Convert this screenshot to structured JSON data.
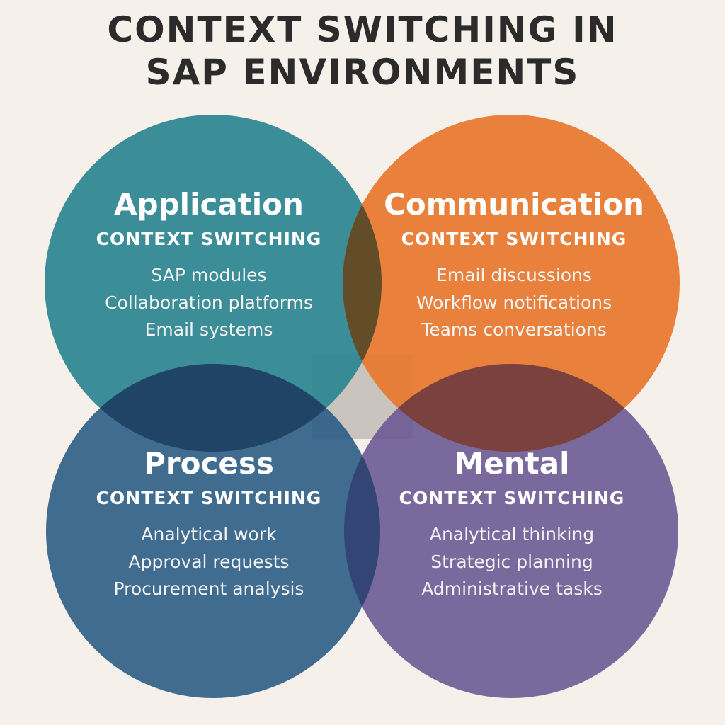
{
  "title": {
    "line1": "CONTEXT SWITCHING IN",
    "line2": "SAP ENVIRONMENTS"
  },
  "colors": {
    "background": "#f5f0ea",
    "application": "#2f8793",
    "communication": "#e7772c",
    "process": "#2c5d86",
    "mental": "#6d5a93",
    "center_gap": "#c9c4bd"
  },
  "circles": {
    "application": {
      "heading": "Application",
      "subheading": "CONTEXT SWITCHING",
      "items": [
        "SAP modules",
        "Collaboration platforms",
        "Email systems"
      ]
    },
    "communication": {
      "heading": "Communication",
      "subheading": "CONTEXT SWITCHING",
      "items": [
        "Email discussions",
        "Workflow notifications",
        "Teams conversations"
      ]
    },
    "process": {
      "heading": "Process",
      "subheading": "CONTEXT SWITCHING",
      "items": [
        "Analytical work",
        "Approval requests",
        "Procurement analysis"
      ]
    },
    "mental": {
      "heading": "Mental",
      "subheading": "CONTEXT SWITCHING",
      "items": [
        "Analytical thinking",
        "Strategic planning",
        "Administrative tasks"
      ]
    }
  }
}
